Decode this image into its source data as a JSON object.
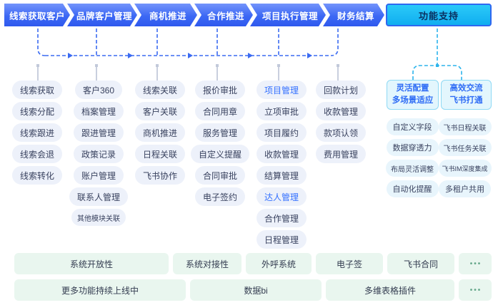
{
  "flow": {
    "steps": [
      "线索获取客户",
      "品牌客户管理",
      "商机推进",
      "合作推进",
      "项目执行管理",
      "财务结算"
    ],
    "support": "功能支持"
  },
  "columns": [
    {
      "items": [
        "线索获取",
        "线索分配",
        "线索跟进",
        "线索会退",
        "线索转化"
      ]
    },
    {
      "items": [
        "客户360",
        "档案管理",
        "跟进管理",
        "政策记录",
        "账户管理",
        "联系人管理",
        "其他模块关联"
      ]
    },
    {
      "items": [
        "线索关联",
        "客户关联",
        "商机推进",
        "日程关联",
        "飞书协作"
      ]
    },
    {
      "items": [
        "报价审批",
        "合同用章",
        "服务管理",
        "自定义提醒",
        "合同审批",
        "电子签约"
      ]
    },
    {
      "items": [
        "项目管理",
        "立项审批",
        "项目履约",
        "收款管理",
        "结算管理",
        "达人管理",
        "合作管理",
        "日程管理"
      ]
    },
    {
      "items": [
        "回款计划",
        "收款管理",
        "款项认领",
        "费用管理"
      ]
    }
  ],
  "support_panel": {
    "left": {
      "title_line1": "灵活配置",
      "title_line2": "多场景适应",
      "items": [
        "自定义字段",
        "数据穿透力",
        "布局灵活调整",
        "自动化提醒"
      ]
    },
    "right": {
      "title_line1": "高效交流",
      "title_line2": "飞书打通",
      "items": [
        "飞书日程关联",
        "飞书任务关联",
        "飞书IM深度集成",
        "多租户共用"
      ]
    }
  },
  "bottom": {
    "row1": [
      "系统开放性",
      "系统对接性",
      "外呼系统",
      "电子签",
      "飞书合同",
      "•••"
    ],
    "row2": [
      "更多功能持续上线中",
      "数据bi",
      "多维表格插件",
      "•••"
    ]
  },
  "colors": {
    "flow_blue": "#3b66f2",
    "support_cyan": "#14b3f1",
    "highlight_blue": "#3370ff",
    "pill_bg": "#edf1fa",
    "green_bg": "#e9f6ef"
  }
}
